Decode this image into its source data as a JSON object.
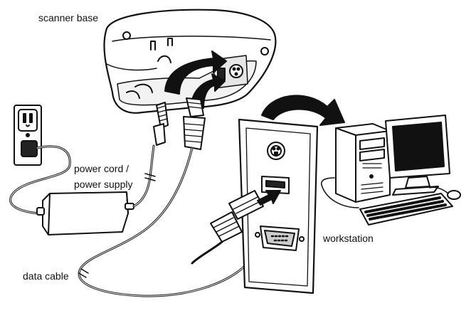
{
  "labels": {
    "scanner_base": "scanner base",
    "power_cord_line1": "power cord /",
    "power_cord_line2": "power supply",
    "workstation": "workstation",
    "data_cable": "data cable"
  },
  "colors": {
    "line": "#111111",
    "fill": "#ffffff",
    "shade": "#d9d9d9",
    "dark": "#1a1a1a"
  }
}
